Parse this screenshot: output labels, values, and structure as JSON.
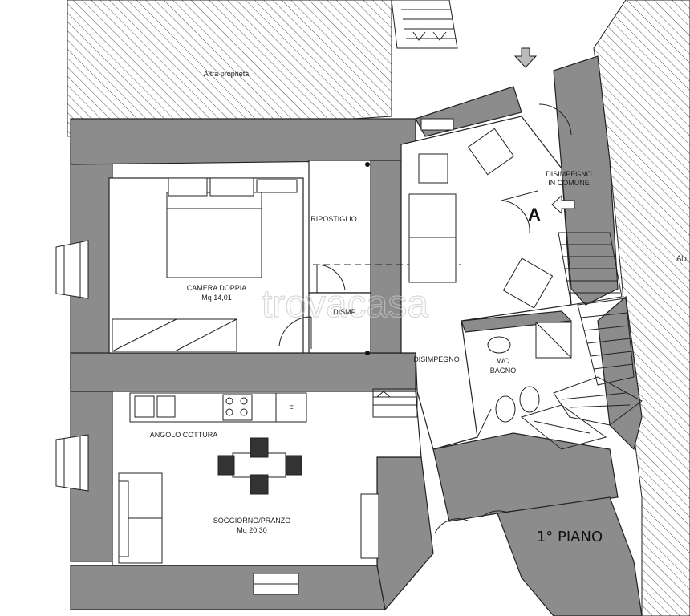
{
  "plan": {
    "labels": {
      "other_property_top": "Altra proprietà",
      "other_property_right": "Altr",
      "bedroom": "CAMERA DOPPIA",
      "bedroom_area": "Mq 14,01",
      "storage": "RIPOSTIGLIO",
      "small_hall": "DISMP.",
      "hallway": "DISIMPEGNO",
      "common_hallway_1": "DISIMPEGNO",
      "common_hallway_2": "IN COMUNE",
      "entrance_marker": "A",
      "bathroom_1": "WC",
      "bathroom_2": "BAGNO",
      "kitchenette": "ANGOLO COTTURA",
      "fridge": "F",
      "living": "SOGGIORNO/PRANZO",
      "living_area": "Mq 20,30",
      "floor": "1° PIANO"
    },
    "watermark": "trovacasa",
    "colors": {
      "wall_fill": "#8c8c8c",
      "line": "#222222",
      "hatch": "#555555"
    }
  }
}
